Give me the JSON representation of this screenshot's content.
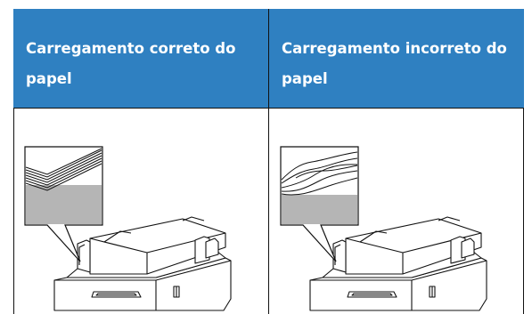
{
  "table": {
    "columns": [
      {
        "header": "Carregamento correto do papel",
        "illustration": "paper-tray-correct-loading"
      },
      {
        "header": "Carregamento incorreto do papel",
        "illustration": "paper-tray-incorrect-loading"
      }
    ]
  },
  "colors": {
    "header_background": "#2f80c1",
    "header_text": "#ffffff",
    "border": "#111111",
    "inset_gray": "#b5b5b5"
  }
}
